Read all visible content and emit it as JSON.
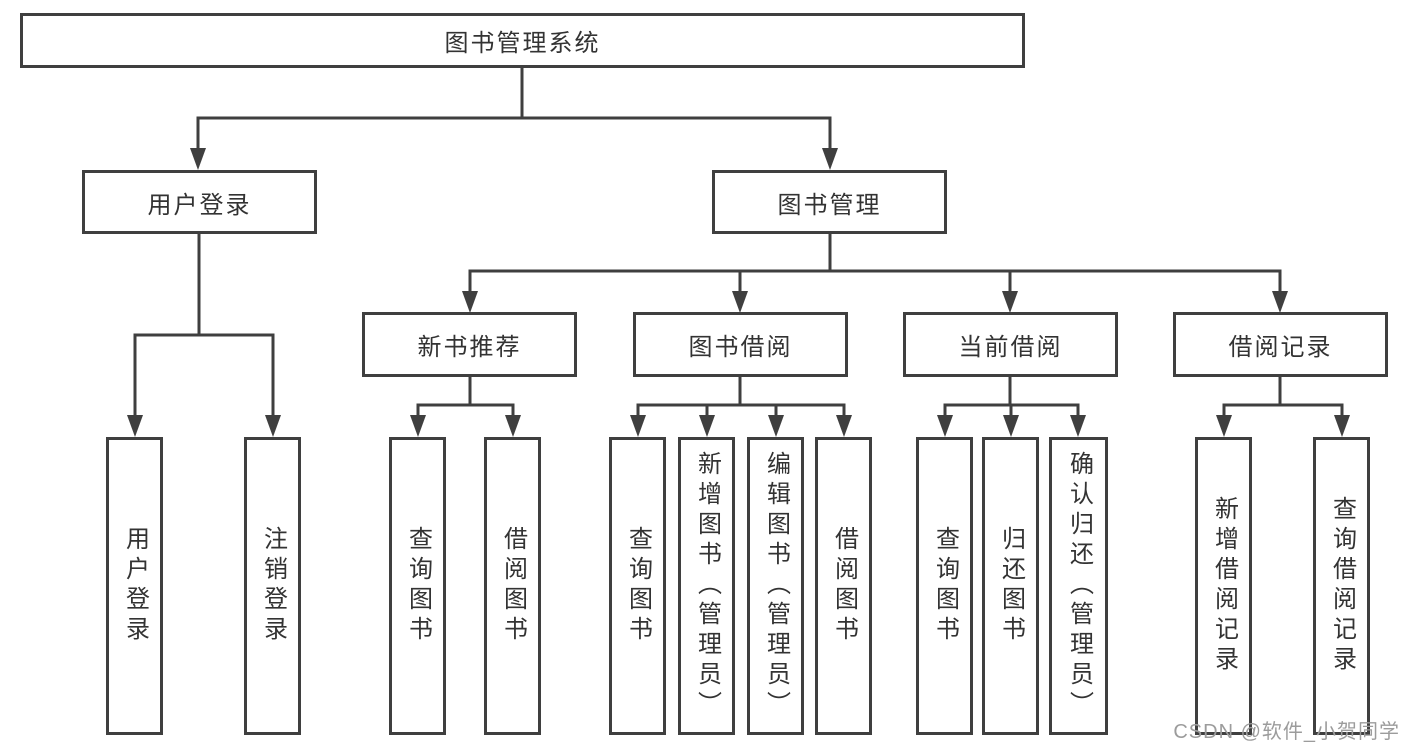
{
  "diagram_title": "图书管理系统",
  "colors": {
    "line": "#3f3f3f",
    "text": "#333333",
    "box_background": "#ffffff",
    "page_background": "#ffffff",
    "watermark": "#9c9c9c"
  },
  "tree": {
    "root": {
      "label": "图书管理系统"
    },
    "children": [
      {
        "label": "用户登录",
        "children": [
          "用户登录",
          "注销登录"
        ]
      },
      {
        "label": "图书管理",
        "children": [
          {
            "label": "新书推荐",
            "children": [
              "查询图书",
              "借阅图书"
            ]
          },
          {
            "label": "图书借阅",
            "children": [
              "查询图书",
              "新增图书（管理员）",
              "编辑图书（管理员）",
              "借阅图书"
            ]
          },
          {
            "label": "当前借阅",
            "children": [
              "查询图书",
              "归还图书",
              "确认归还（管理员）"
            ]
          },
          {
            "label": "借阅记录",
            "children": [
              "新增借阅记录",
              "查询借阅记录"
            ]
          }
        ]
      }
    ]
  },
  "watermark": "CSDN @软件_小贺同学"
}
